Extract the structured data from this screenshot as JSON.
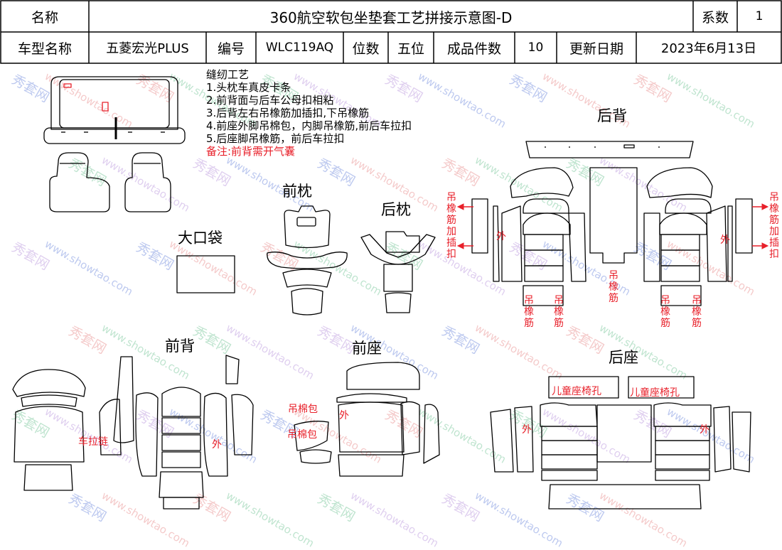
{
  "header": {
    "name_label": "名称",
    "title": "360航空软包坐垫套工艺拼接示意图-D",
    "coef_label": "系数",
    "coef_value": "1",
    "model_label": "车型名称",
    "model_value": "五菱宏光PLUS",
    "code_label": "编号",
    "code_value": "WLC119AQ",
    "seats_label": "位数",
    "seats_value": "五位",
    "pieces_label": "成品件数",
    "pieces_value": "10",
    "date_label": "更新日期",
    "date_value": "2023年6月13日"
  },
  "notes": {
    "title": "缝纫工艺",
    "items": [
      "1.头枕车真皮卡条",
      "2.前背面与后车公母扣相粘",
      "3.后背左右吊橡筋加插扣,下吊橡筋",
      "4.前座外脚吊棉包，内脚吊橡筋,前后车拉扣",
      "5.后座脚吊橡筋，前后车拉扣"
    ],
    "remark": "备注:前背需开气囊"
  },
  "sections": {
    "front_headrest": "前枕",
    "rear_headrest": "后枕",
    "big_pocket": "大口袋",
    "rear_back": "后背",
    "front_back": "前背",
    "front_seat": "前座",
    "rear_seat": "后座"
  },
  "annotations": {
    "hang_rubber_plus_buckle": "吊橡筋加插扣",
    "hang_rubber": "吊橡筋",
    "outer": "外",
    "zipper": "车拉链",
    "hang_cotton_pack": "吊棉包",
    "child_seat_hole": "儿童座椅孔"
  },
  "watermark": {
    "brand": "秀套网",
    "domain": "www.showtao.com"
  },
  "colors": {
    "line": "#000000",
    "annotation": "#e8202a",
    "watermark_blue": "#3a5fd0",
    "watermark_red": "#e06060",
    "watermark_green": "#40b070",
    "watermark_purple": "#a070d0"
  }
}
